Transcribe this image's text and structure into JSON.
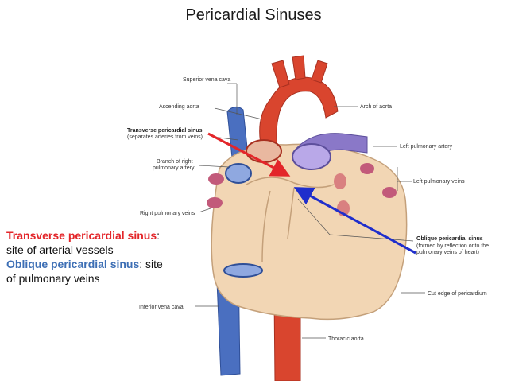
{
  "title": "Pericardial Sinuses",
  "labels": {
    "superior_vena_cava": "Superior vena cava",
    "ascending_aorta": "Ascending aorta",
    "transverse_sinus": "Transverse pericardial sinus",
    "transverse_sinus_note": "(separates arteries from veins)",
    "branch_right_pa_1": "Branch of right",
    "branch_right_pa_2": "pulmonary artery",
    "right_pulmonary_veins": "Right pulmonary veins",
    "inferior_vena_cava": "Inferior vena cava",
    "arch_of_aorta": "Arch of aorta",
    "left_pulmonary_artery": "Left pulmonary artery",
    "left_pulmonary_veins": "Left pulmonary veins",
    "oblique_sinus": "Oblique pericardial sinus",
    "oblique_note_1": "(formed by reflection onto the",
    "oblique_note_2": "pulmonary veins of heart)",
    "cut_edge": "Cut edge of pericardium",
    "thoracic_aorta": "Thoracic aorta"
  },
  "legend": {
    "transverse_term": "Transverse pericardial sinus",
    "transverse_desc": "site of arterial vessels",
    "oblique_term": "Oblique pericardial sinus",
    "oblique_desc": "site of pulmonary veins",
    "colon": ":"
  },
  "colors": {
    "transverse_arrow": "#e3262a",
    "oblique_arrow": "#1f2ecc",
    "transverse_text": "#e3262a",
    "oblique_text": "#3d6fb5",
    "pericardium": "#f2d6b4",
    "artery": "#d9452e",
    "vein": "#4a6fc0",
    "pulmonary_artery": "#8a78c8"
  }
}
